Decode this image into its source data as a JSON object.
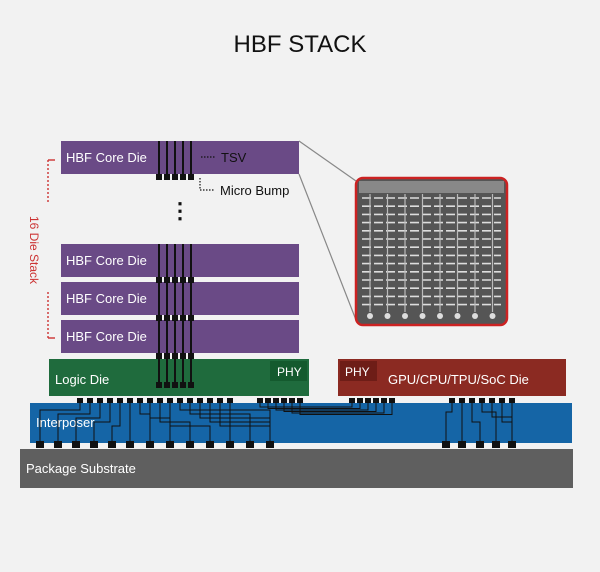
{
  "title": "HBF STACK",
  "stack_label": "16 Die Stack",
  "core_die_label": "HBF Core Die",
  "core_dies": [
    {
      "label": "HBF Core Die"
    },
    {
      "label": "HBF Core Die"
    },
    {
      "label": "HBF Core Die"
    },
    {
      "label": "HBF Core Die"
    }
  ],
  "ellipsis": "⋮",
  "annotations": {
    "tsv": "TSV",
    "micro_bump": "Micro Bump"
  },
  "logic_die": {
    "label": "Logic Die",
    "phy": "PHY"
  },
  "soc_die": {
    "label": "GPU/CPU/TPU/SoC Die",
    "phy": "PHY"
  },
  "interposer": {
    "label": "Interposer"
  },
  "substrate": {
    "label": "Package Substrate"
  },
  "colors": {
    "core_die": "#6a4a86",
    "logic_die": "#1f6b3d",
    "logic_phy": "#145a2e",
    "soc_die": "#8b2a22",
    "soc_phy": "#6e1d17",
    "interposer": "#1565a6",
    "substrate": "#5f5f5f",
    "stack_bracket": "#cc3333",
    "zoom_border": "#cc2222",
    "zoom_fill": "#555555",
    "line": "#111111"
  }
}
